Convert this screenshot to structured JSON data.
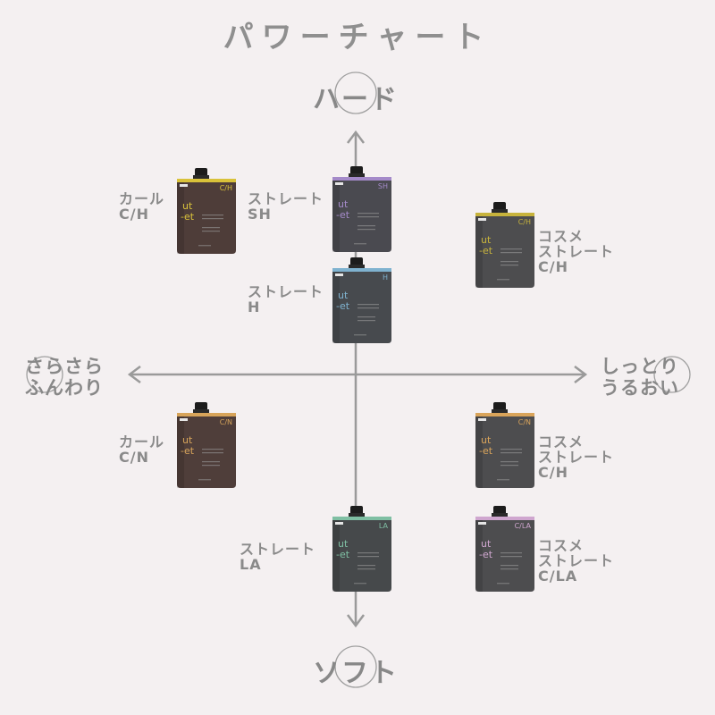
{
  "title": "パワーチャート",
  "axes": {
    "top": "ハード",
    "bottom": "ソフト",
    "left": [
      "さらさら",
      "ふんわり"
    ],
    "right": [
      "しっとり",
      "うるおい"
    ]
  },
  "colors": {
    "background": "#f4f0f1",
    "axis": "#9a9a9a",
    "text": "#8a8a8a"
  },
  "products": [
    {
      "id": "curl-ch",
      "label": [
        "カール",
        "C/H"
      ],
      "pack_code": "C/H",
      "accent": "#d9c23a",
      "body": "#4e3d39",
      "brand": [
        "ut",
        "-et"
      ]
    },
    {
      "id": "straight-sh",
      "label": [
        "ストレート",
        "SH"
      ],
      "pack_code": "SH",
      "accent": "#a48ac9",
      "body": "#4a4a50",
      "brand": [
        "ut",
        "-et"
      ]
    },
    {
      "id": "straight-h",
      "label": [
        "ストレート",
        "H"
      ],
      "pack_code": "H",
      "accent": "#7fb2cf",
      "body": "#474a4e",
      "brand": [
        "ut",
        "-et"
      ]
    },
    {
      "id": "cosme-ch-upper",
      "label": [
        "コスメ",
        "ストレート",
        "C/H"
      ],
      "pack_code": "C/H",
      "accent": "#c7b33c",
      "body": "#4d4d4f",
      "brand": [
        "ut",
        "-et"
      ]
    },
    {
      "id": "curl-cn",
      "label": [
        "カール",
        "C/N"
      ],
      "pack_code": "C/N",
      "accent": "#d7a45a",
      "body": "#4f3e3a",
      "brand": [
        "ut",
        "-et"
      ]
    },
    {
      "id": "cosme-ch-lower",
      "label": [
        "コスメ",
        "ストレート",
        "C/H"
      ],
      "pack_code": "C/N",
      "accent": "#d9a45a",
      "body": "#4d4d4f",
      "brand": [
        "ut",
        "-et"
      ]
    },
    {
      "id": "straight-la",
      "label": [
        "ストレート",
        "LA"
      ],
      "pack_code": "LA",
      "accent": "#7fbfa3",
      "body": "#46494b",
      "brand": [
        "ut",
        "-et"
      ]
    },
    {
      "id": "cosme-cla",
      "label": [
        "コスメ",
        "ストレート",
        "C/LA"
      ],
      "pack_code": "C/LA",
      "accent": "#cfa6cf",
      "body": "#4d4d4f",
      "brand": [
        "ut",
        "-et"
      ]
    }
  ]
}
